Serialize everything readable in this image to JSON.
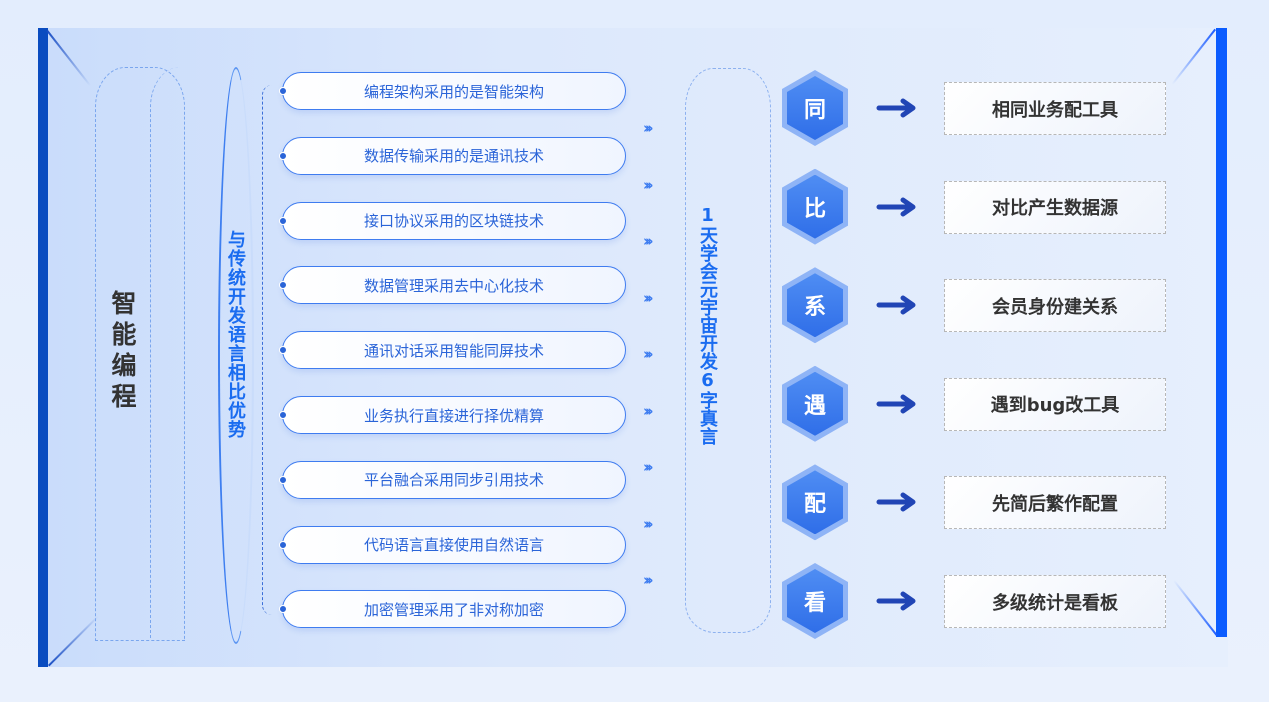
{
  "left_title": "智能编程",
  "compare_title": "与传统开发语言相比优势",
  "advantages": [
    "编程架构采用的是智能架构",
    "数据传输采用的是通讯技术",
    "接口协议采用的区块链技术",
    "数据管理采用去中心化技术",
    "通讯对话采用智能同屏技术",
    "业务执行直接进行择优精算",
    "平台融合采用同步引用技术",
    "代码语言直接使用自然语言",
    "加密管理采用了非对称加密"
  ],
  "chevron": "›››",
  "mantra_title": "1天学会元宇宙开发6字真言",
  "mantra": [
    {
      "char": "同",
      "desc": "相同业务配工具"
    },
    {
      "char": "比",
      "desc": "对比产生数据源"
    },
    {
      "char": "系",
      "desc": "会员身份建关系"
    },
    {
      "char": "遇",
      "desc": "遇到bug改工具"
    },
    {
      "char": "配",
      "desc": "先简后繁作配置"
    },
    {
      "char": "看",
      "desc": "多级统计是看板"
    }
  ],
  "colors": {
    "accent": "#1a6cf0",
    "bar_left": "#0a4cc0",
    "bar_right": "#0b5cff",
    "arrow": "#2145b5"
  }
}
